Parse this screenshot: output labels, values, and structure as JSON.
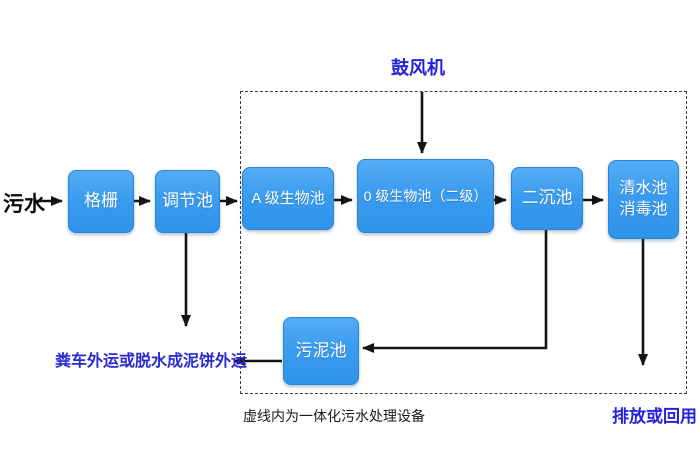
{
  "diagram": {
    "influent_label": "污水",
    "blower_label": "鼓风机",
    "boxes": {
      "grille": "格栅",
      "regulating": "调节池",
      "a_bio": "A 级生物池",
      "o_bio": "0 级生物池（二级）",
      "secondary_sed": "二沉池",
      "clean_water_line1": "清水池",
      "clean_water_line2": "消毒池",
      "sludge": "污泥池"
    },
    "sludge_out_label": "粪车外运或脱水成泥饼外运",
    "dashed_box_note": "虚线内为一体化污水处理设备",
    "discharge_label": "排放或回用",
    "colors": {
      "box_fill": "#3b9cee",
      "box_border": "#2b84d6",
      "annotation_blue": "#2323dc",
      "arrow_black": "#141414"
    }
  }
}
